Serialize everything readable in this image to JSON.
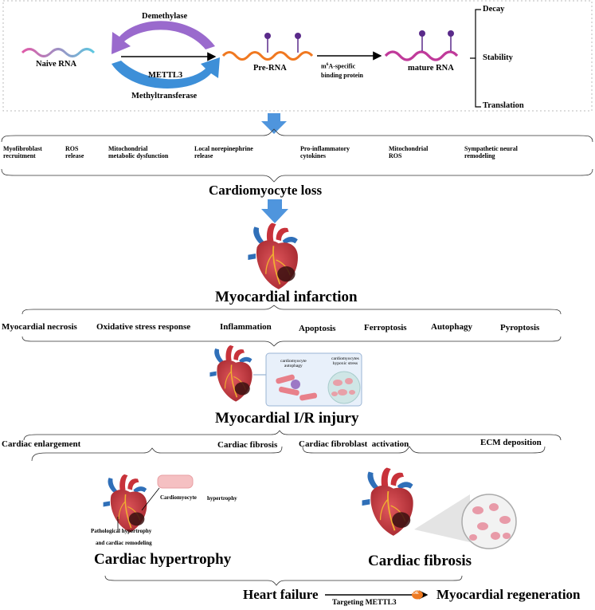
{
  "rna_pathway": {
    "demethylase": "Demethylase",
    "naive_rna": "Naive RNA",
    "mettl3": "METTL3",
    "methyltransferase": "Methyltransferase",
    "pre_rna": "Pre-RNA",
    "binding_protein_prefix": "m",
    "binding_protein_sup": "6",
    "binding_protein_rest": "A-specific",
    "binding_protein_line2": "binding protein",
    "mature_rna": "mature RNA",
    "outcomes": [
      "Decay",
      "Stability",
      "Translation"
    ]
  },
  "loss_mechanisms": [
    "Myofibroblast\nrecruitment",
    "ROS\nrelease",
    "Mitochondrial\nmetabolic dysfunction",
    "Local norepinephrine\nrelease",
    "Pro-inflammatory\ncytokines",
    "Mitochondrial\nROS",
    "Sympathetic neural\nremodeling"
  ],
  "cardiomyocyte_loss": "Cardiomyocyte loss",
  "myocardial_infarction": "Myocardial infarction",
  "infarction_processes": [
    "Myocardial necrosis",
    "Oxidative stress response",
    "Inflammation",
    "Apoptosis",
    "Ferroptosis",
    "Autophagy",
    "Pyroptosis"
  ],
  "ir_panel": {
    "left_label": "cardiomyocyte\nautophagy",
    "right_label": "cardiomyocytes\nhypoxic stress"
  },
  "myocardial_ir_injury": "Myocardial I/R injury",
  "hypertrophy_factors": [
    "Cardiac enlargement",
    "Cardiac fibrosis"
  ],
  "fibrosis_factors": [
    "Cardiac fibroblast  activation",
    "ECM deposition"
  ],
  "hypertrophy_panel": {
    "cardiomyocyte": "Cardiomyocyte",
    "hypertrophy": "hypertrophy",
    "pathological_line1": "Pathological hypertrophy",
    "pathological_line2": "and cardiac remodeling"
  },
  "cardiac_hypertrophy": "Cardiac hypertrophy",
  "cardiac_fibrosis": "Cardiac fibrosis",
  "heart_failure": "Heart failure",
  "targeting": "Targeting METTL3",
  "badge": "OK",
  "myocardial_regeneration": "Myocardial regeneration",
  "colors": {
    "rna_pink": "#e05aa8",
    "rna_cyan": "#5cc8e0",
    "pre_rna_orange": "#f07820",
    "mature_rna": "#c03a9a",
    "methyl_dot": "#5a2a8a",
    "demethylase_arrow": "#9a6acd",
    "mettl3_arrow": "#3d8fd8",
    "flow_arrow": "#4f95dd",
    "heart_red": "#c8323a",
    "vessel_blue": "#2f6fb8",
    "badge_orange": "#ee7a22"
  }
}
